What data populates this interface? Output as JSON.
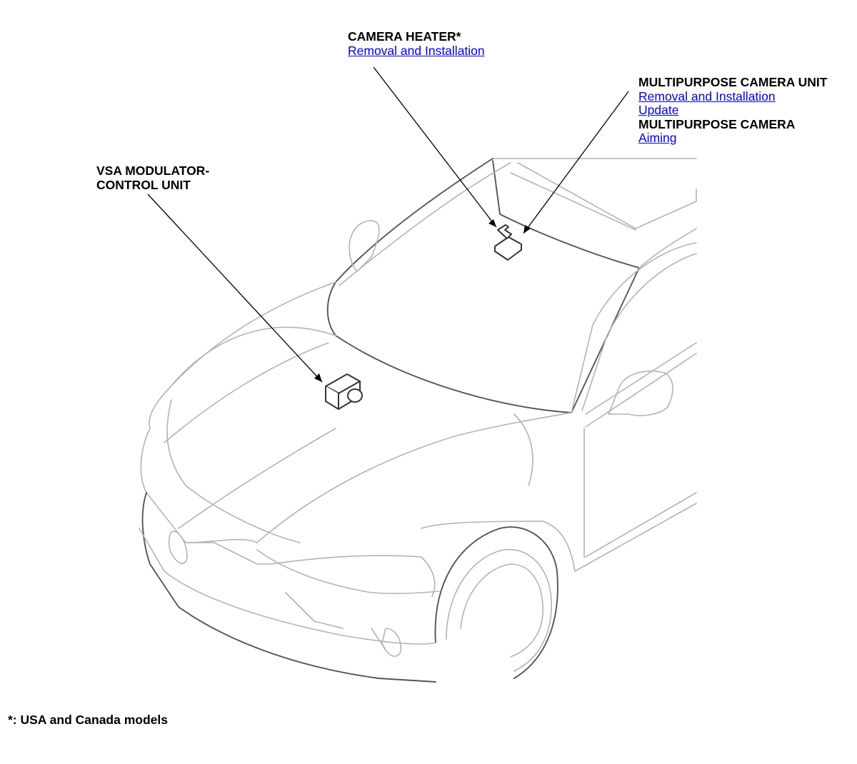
{
  "callouts": {
    "camera_heater": {
      "title": "CAMERA HEATER*",
      "links": [
        "Removal and Installation"
      ]
    },
    "multipurpose_camera_unit": {
      "title": "MULTIPURPOSE CAMERA UNIT",
      "links": [
        "Removal and Installation",
        "Update"
      ],
      "subtitle": "MULTIPURPOSE CAMERA",
      "sub_links": [
        "Aiming"
      ]
    },
    "vsa_modulator": {
      "title_line1": "VSA MODULATOR-",
      "title_line2": "CONTROL UNIT"
    }
  },
  "footnote": "*: USA and Canada models",
  "colors": {
    "link": "#0000ee",
    "text": "#000000",
    "outline": "#b3b3b3"
  }
}
